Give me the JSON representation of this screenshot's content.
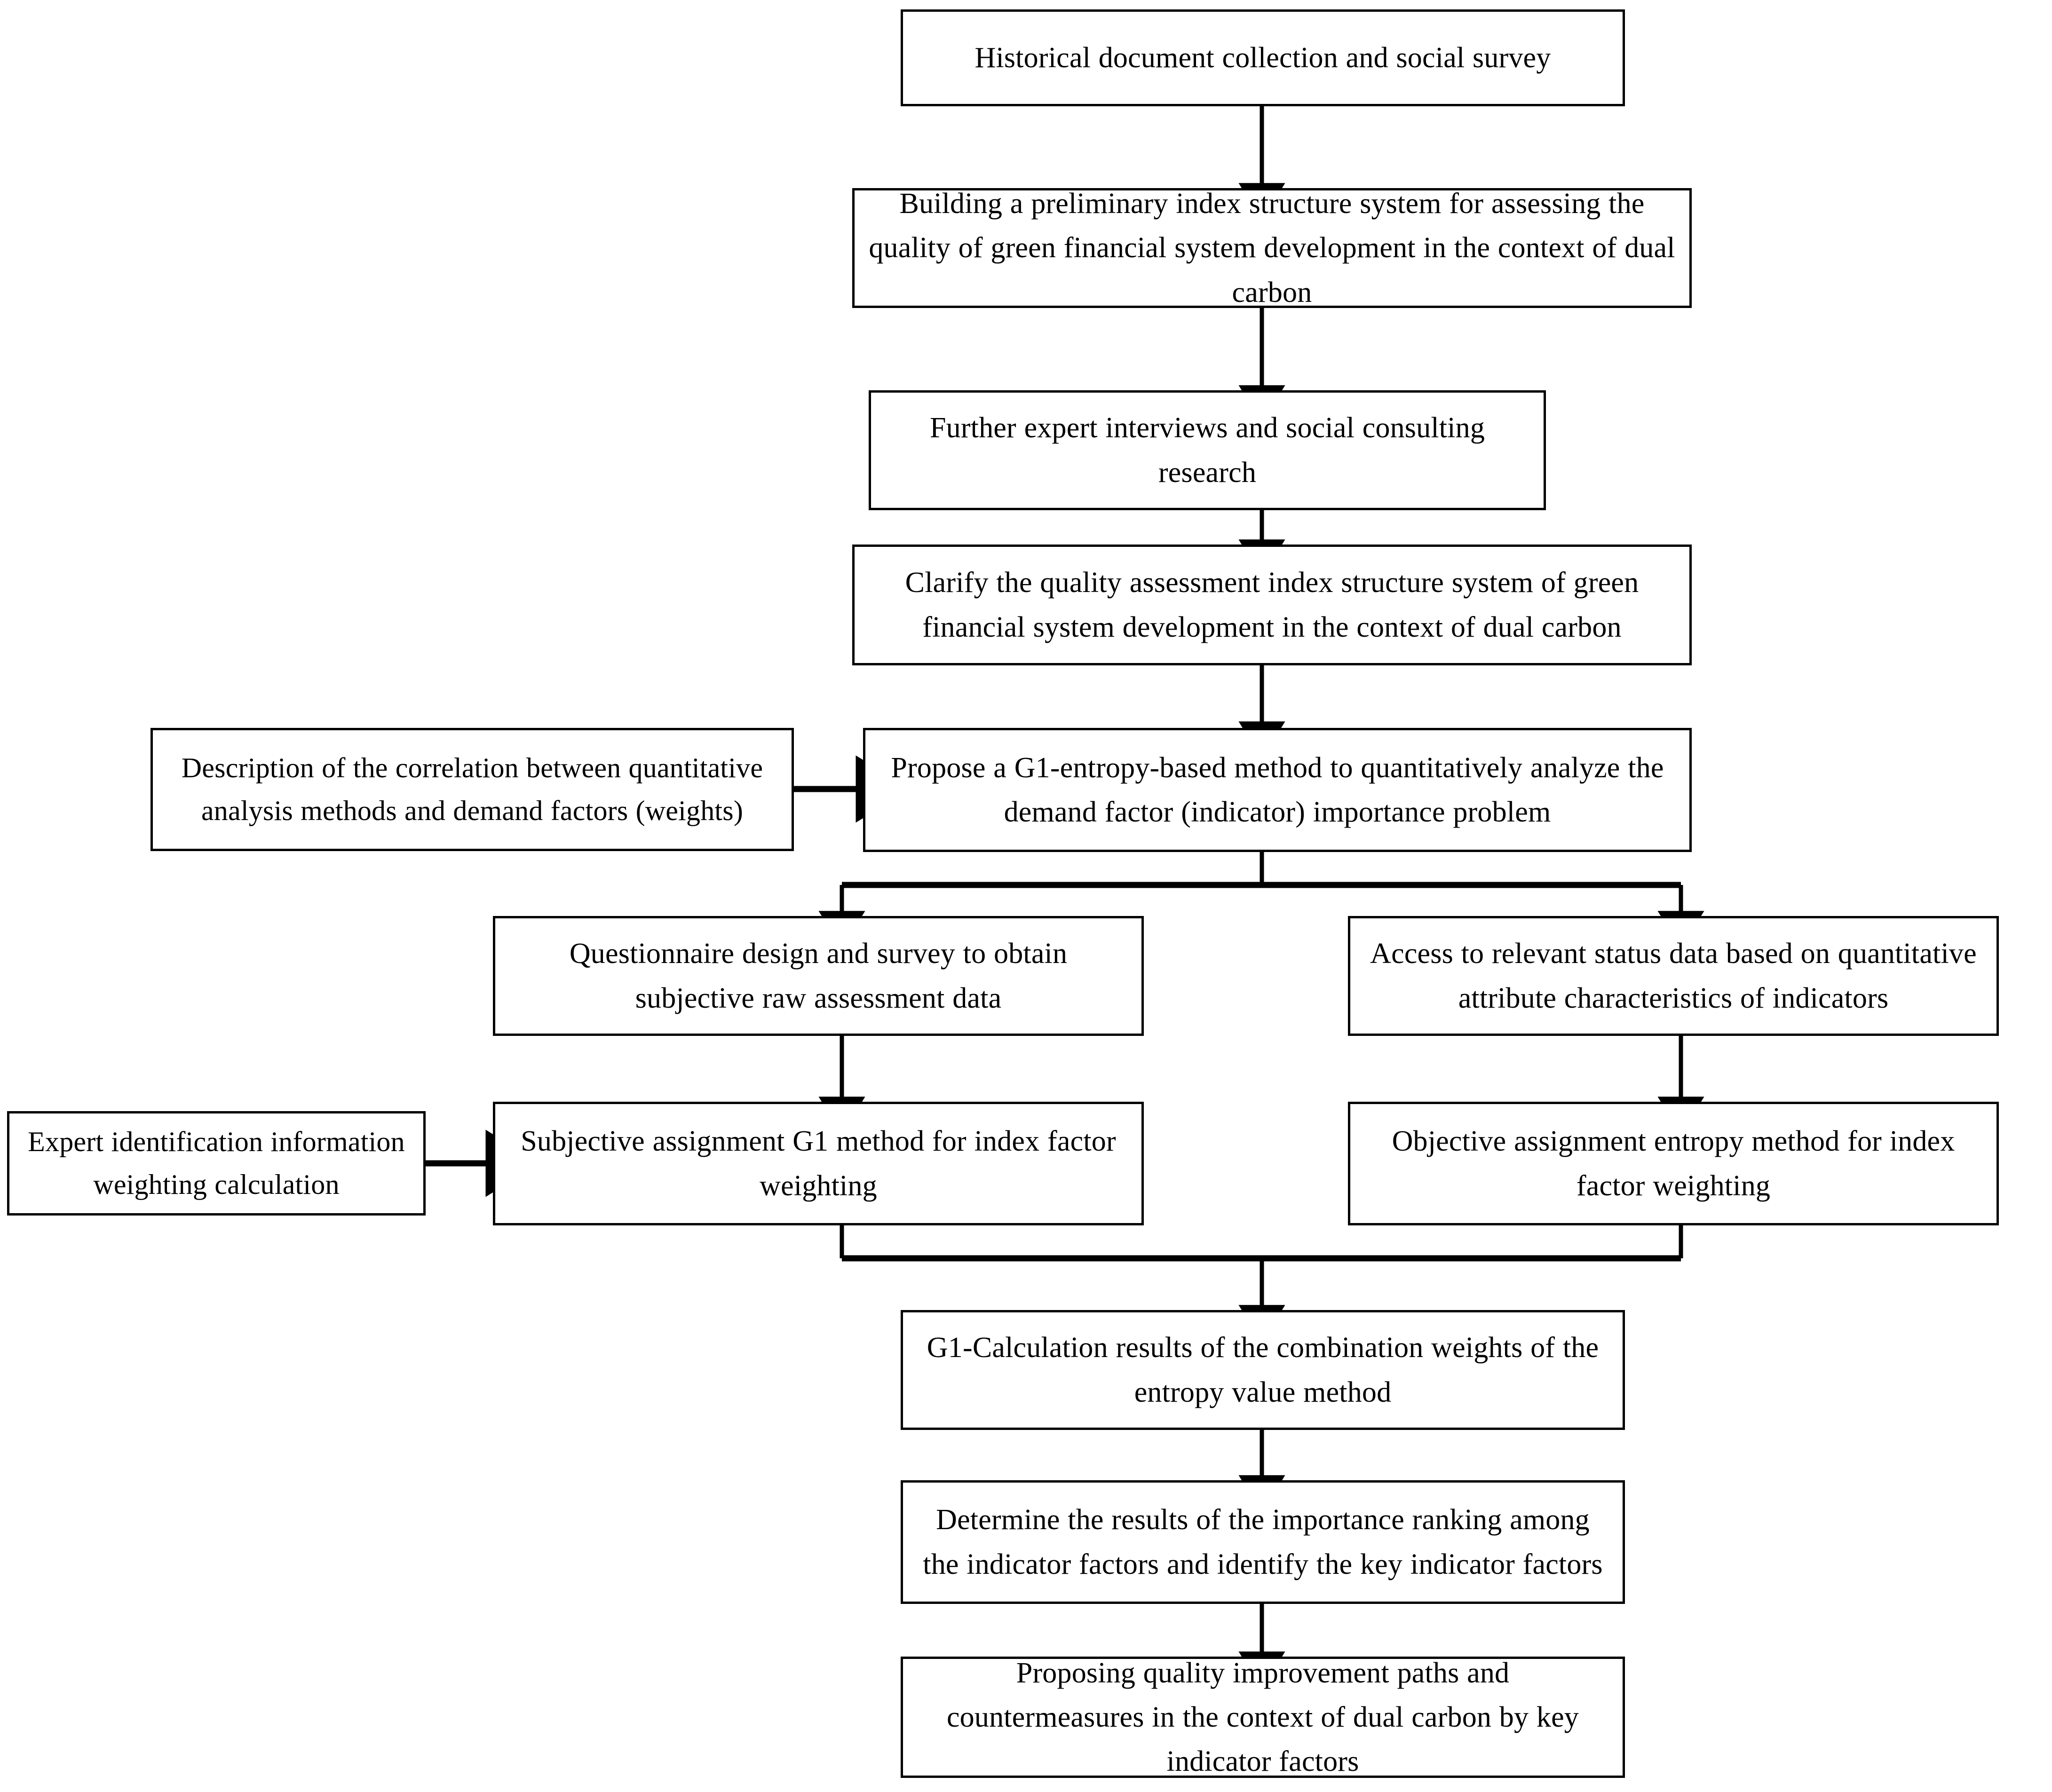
{
  "diagram": {
    "title": "Research framework flowchart for assessing green financial system development quality",
    "type": "flowchart",
    "orientation": "top-to-bottom",
    "stroke_color": "#000000",
    "fill_color": "#ffffff",
    "nodes": [
      {
        "id": "n1",
        "text": "Historical document collection and social survey"
      },
      {
        "id": "n2",
        "text": "Building a preliminary index structure system for assessing the quality of green financial system development in the context of dual carbon"
      },
      {
        "id": "n3",
        "text": "Further expert interviews and social consulting research"
      },
      {
        "id": "n4",
        "text": "Clarify the quality assessment index structure system of green financial system development in the context of dual carbon"
      },
      {
        "id": "n5",
        "text": "Description of the correlation between quantitative analysis methods and demand factors (weights)"
      },
      {
        "id": "n6",
        "text": "Propose a G1-entropy-based method to quantitatively analyze the demand factor (indicator) importance problem"
      },
      {
        "id": "n7",
        "text": "Questionnaire design and survey to obtain subjective raw assessment data"
      },
      {
        "id": "n8",
        "text": "Access to relevant status data based on quantitative attribute characteristics of indicators"
      },
      {
        "id": "n9",
        "text": "Expert identification information weighting calculation"
      },
      {
        "id": "n10",
        "text": "Subjective assignment G1 method for index factor weighting"
      },
      {
        "id": "n11",
        "text": "Objective assignment entropy method for index factor weighting"
      },
      {
        "id": "n12",
        "text": "G1-Calculation results of the combination weights of the entropy value method"
      },
      {
        "id": "n13",
        "text": "Determine the results of the importance ranking among the indicator factors and identify the key indicator factors"
      },
      {
        "id": "n14",
        "text": "Proposing quality improvement paths and countermeasures  in the context of dual carbon by key indicator factors"
      }
    ],
    "edges": [
      {
        "from": "n1",
        "to": "n2",
        "kind": "arrow-down"
      },
      {
        "from": "n2",
        "to": "n3",
        "kind": "arrow-down"
      },
      {
        "from": "n3",
        "to": "n4",
        "kind": "arrow-down"
      },
      {
        "from": "n4",
        "to": "n6",
        "kind": "arrow-down"
      },
      {
        "from": "n5",
        "to": "n6",
        "kind": "arrow-right"
      },
      {
        "from": "n6",
        "to": "n7",
        "kind": "split-down-left"
      },
      {
        "from": "n6",
        "to": "n8",
        "kind": "split-down-right"
      },
      {
        "from": "n7",
        "to": "n10",
        "kind": "arrow-down"
      },
      {
        "from": "n8",
        "to": "n11",
        "kind": "arrow-down"
      },
      {
        "from": "n9",
        "to": "n10",
        "kind": "arrow-right"
      },
      {
        "from": "n10",
        "to": "n12",
        "kind": "merge-down-left"
      },
      {
        "from": "n11",
        "to": "n12",
        "kind": "merge-down-right"
      },
      {
        "from": "n12",
        "to": "n13",
        "kind": "arrow-down"
      },
      {
        "from": "n13",
        "to": "n14",
        "kind": "arrow-down"
      }
    ]
  }
}
